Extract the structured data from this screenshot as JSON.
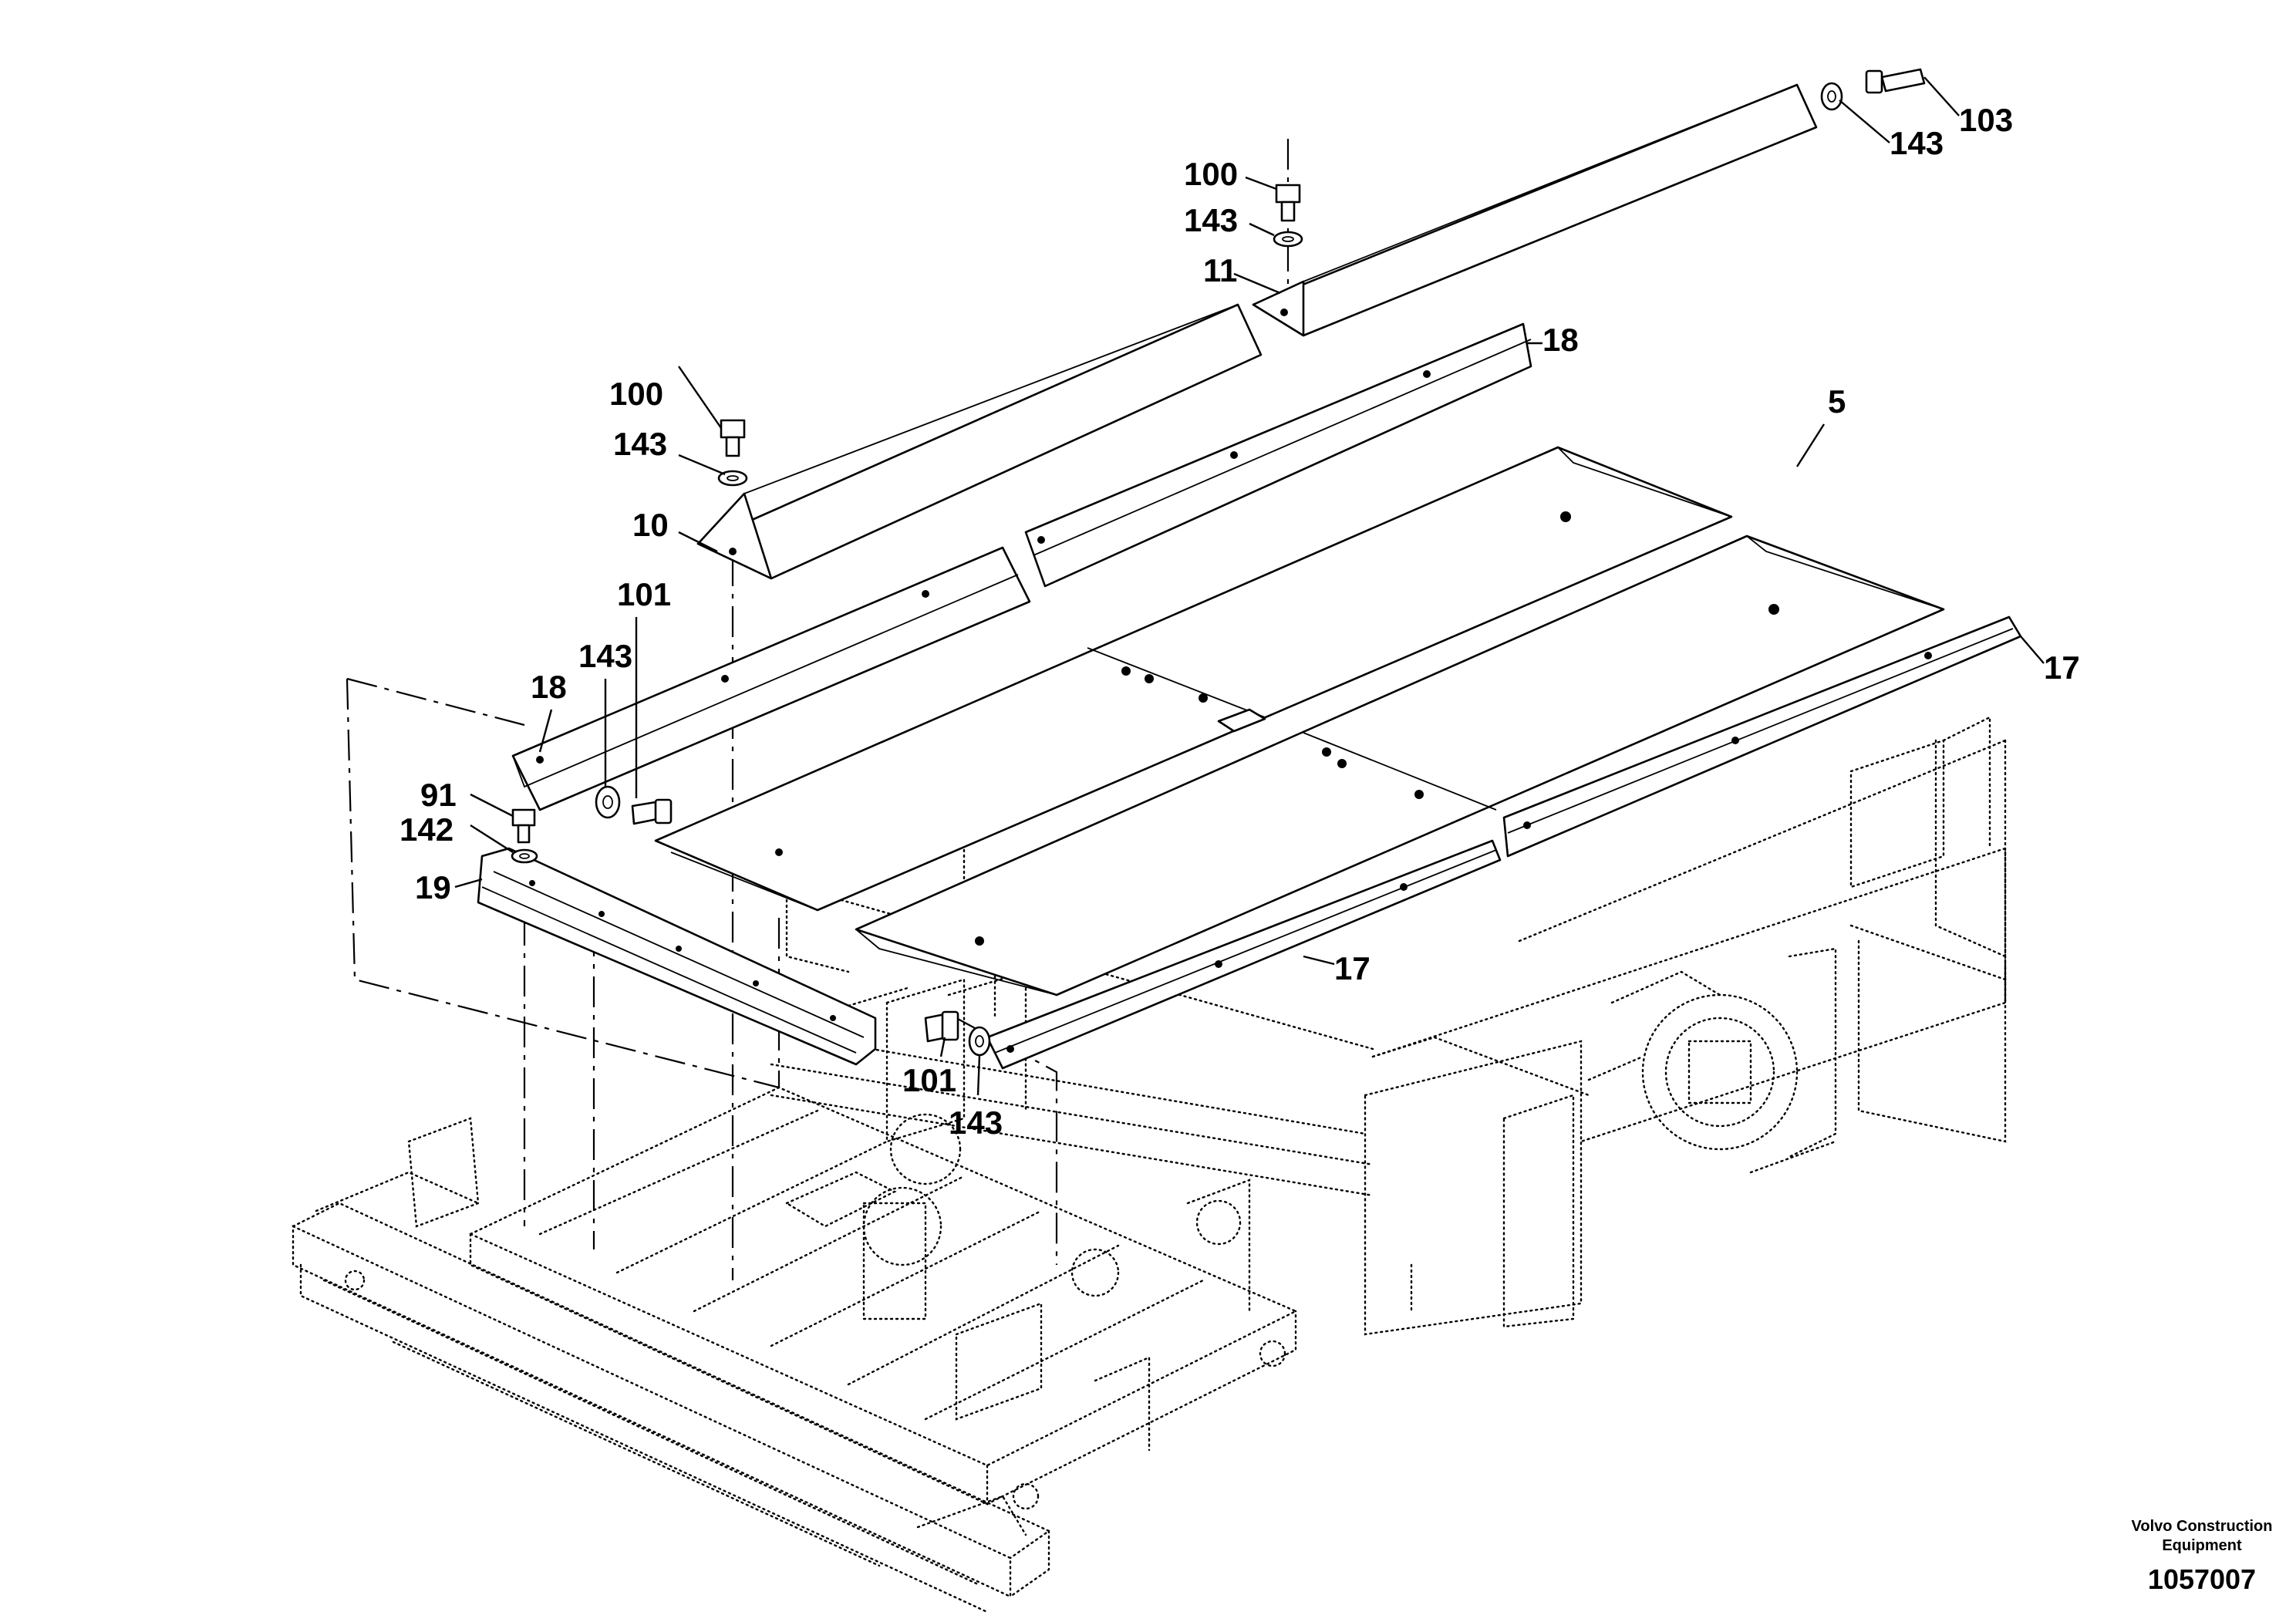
{
  "callouts": {
    "c103": "103",
    "c143_topright": "143",
    "c100_upper": "100",
    "c143_upper": "143",
    "c11": "11",
    "c18_right": "18",
    "c100_lower": "100",
    "c143_lower": "143",
    "c10": "10",
    "c5": "5",
    "c101_upper": "101",
    "c143_mid": "143",
    "c18_left": "18",
    "c91": "91",
    "c142": "142",
    "c19": "19",
    "c17_right": "17",
    "c17_lower": "17",
    "c101_lower": "101",
    "c143_bottom": "143"
  },
  "footer": {
    "company_line1": "Volvo Construction",
    "company_line2": "Equipment",
    "figure_number": "1057007"
  }
}
